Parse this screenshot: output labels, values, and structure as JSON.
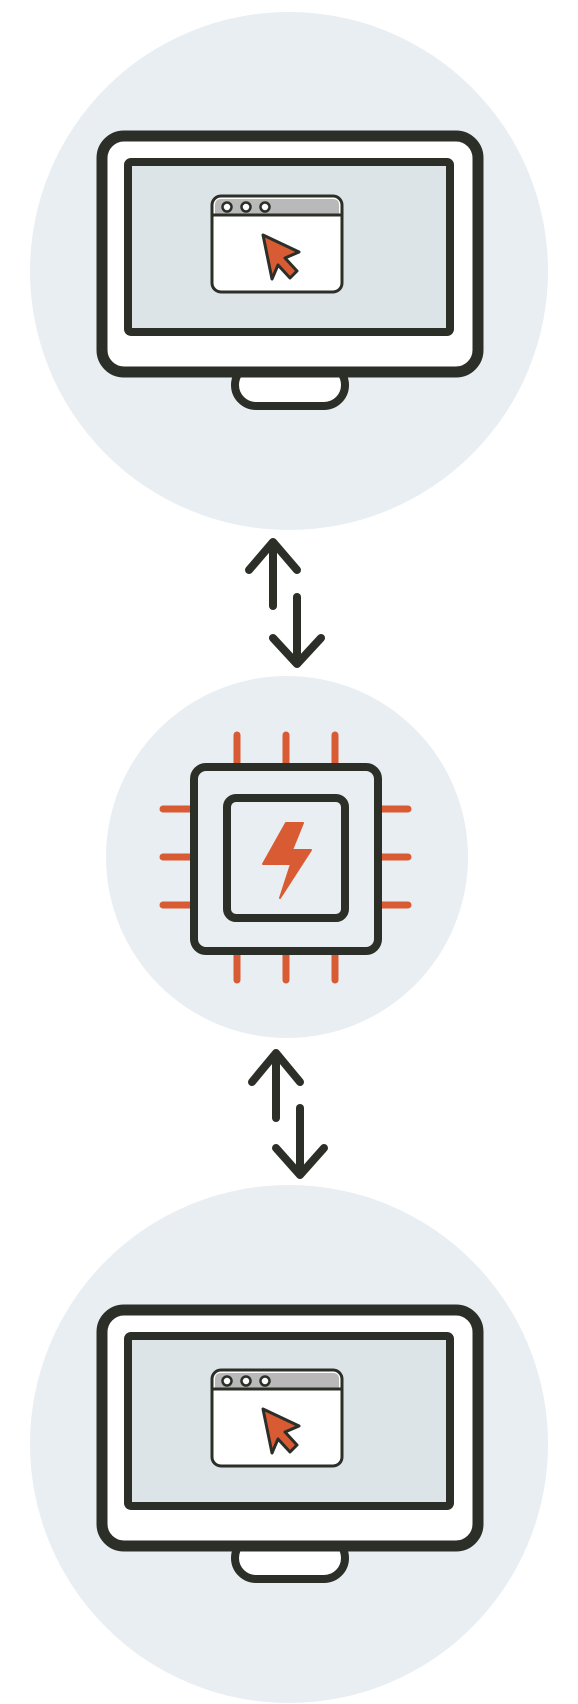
{
  "diagram": {
    "colors": {
      "background": "#ffffff",
      "circle_fill": "#e9eef2",
      "outline": "#2b2f27",
      "screen_fill": "#dde4e8",
      "device_fill": "#ffffff",
      "window_titlebar": "#b9b9b9",
      "accent": "#d95b33"
    },
    "nodes": [
      {
        "id": "client-top",
        "icon": "monitor-with-browser-window-icon"
      },
      {
        "id": "processor",
        "icon": "cpu-chip-with-lightning-icon"
      },
      {
        "id": "client-bottom",
        "icon": "monitor-with-browser-window-icon"
      }
    ],
    "connectors": [
      {
        "from": "client-top",
        "to": "processor",
        "icon": "bidirectional-arrows-icon"
      },
      {
        "from": "processor",
        "to": "client-bottom",
        "icon": "bidirectional-arrows-icon"
      }
    ]
  }
}
